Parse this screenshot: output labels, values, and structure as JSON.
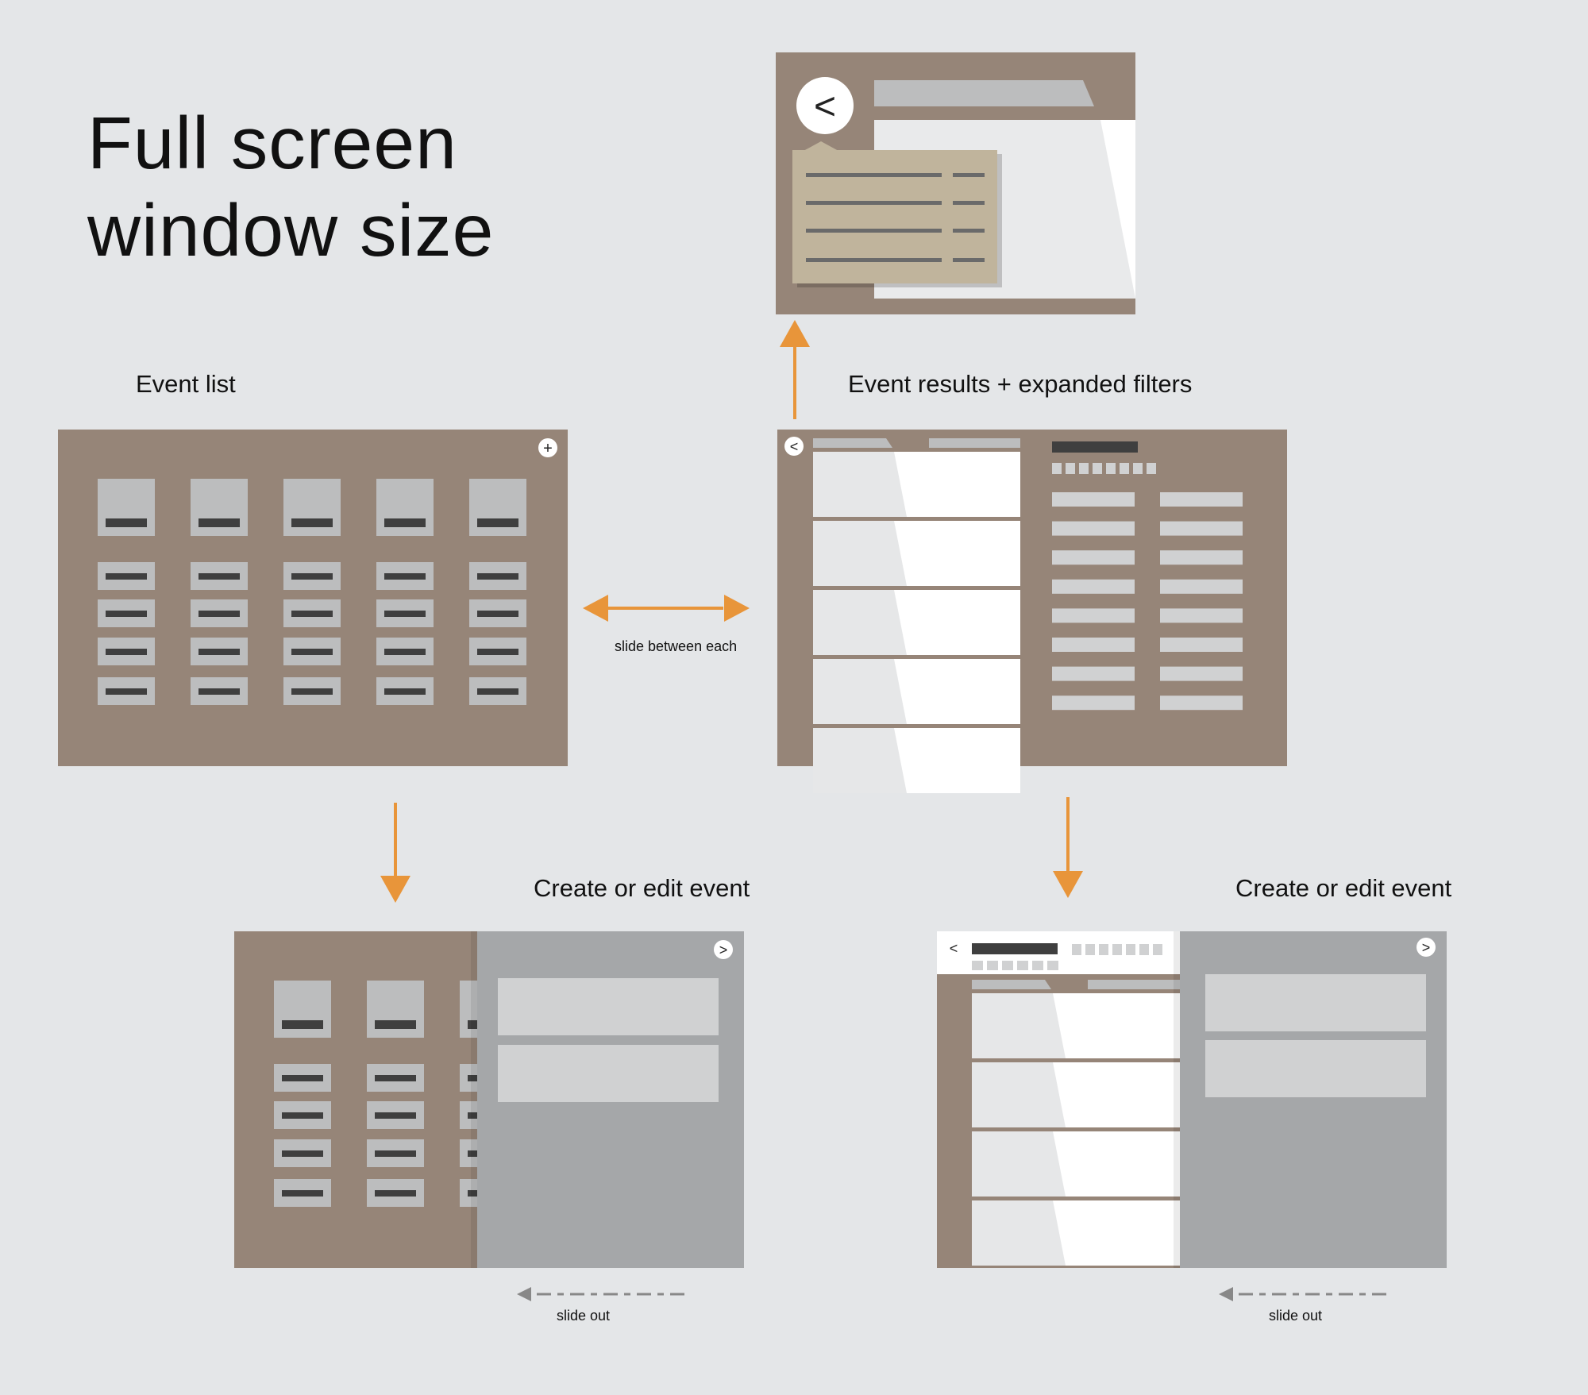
{
  "page_title": {
    "line1": "Full screen",
    "line2": "window size"
  },
  "labels": {
    "event_list": "Event list",
    "event_results": "Event results + expanded filters",
    "create_edit_left": "Create or edit event",
    "create_edit_right": "Create or edit event",
    "slide_between": "slide between each",
    "slide_out_left": "slide out",
    "slide_out_right": "slide out"
  },
  "icons": {
    "add": "+",
    "back": "<",
    "forward": ">"
  },
  "icon_names": {
    "add": "plus-icon",
    "back": "chevron-left-icon",
    "forward": "chevron-right-icon",
    "arrow": "arrow-icon"
  },
  "colors": {
    "background": "#e4e6e8",
    "frame": "#968578",
    "tile": "#bcbdbe",
    "tile_bar": "#3f3f3f",
    "panel": "#a5a7a9",
    "panel_field": "#d0d1d2",
    "list_row": "#e6e7e8",
    "popup": "#c0b49c",
    "arrow": "#e8953a",
    "dashed_arrow": "#888888",
    "white": "#ffffff"
  }
}
